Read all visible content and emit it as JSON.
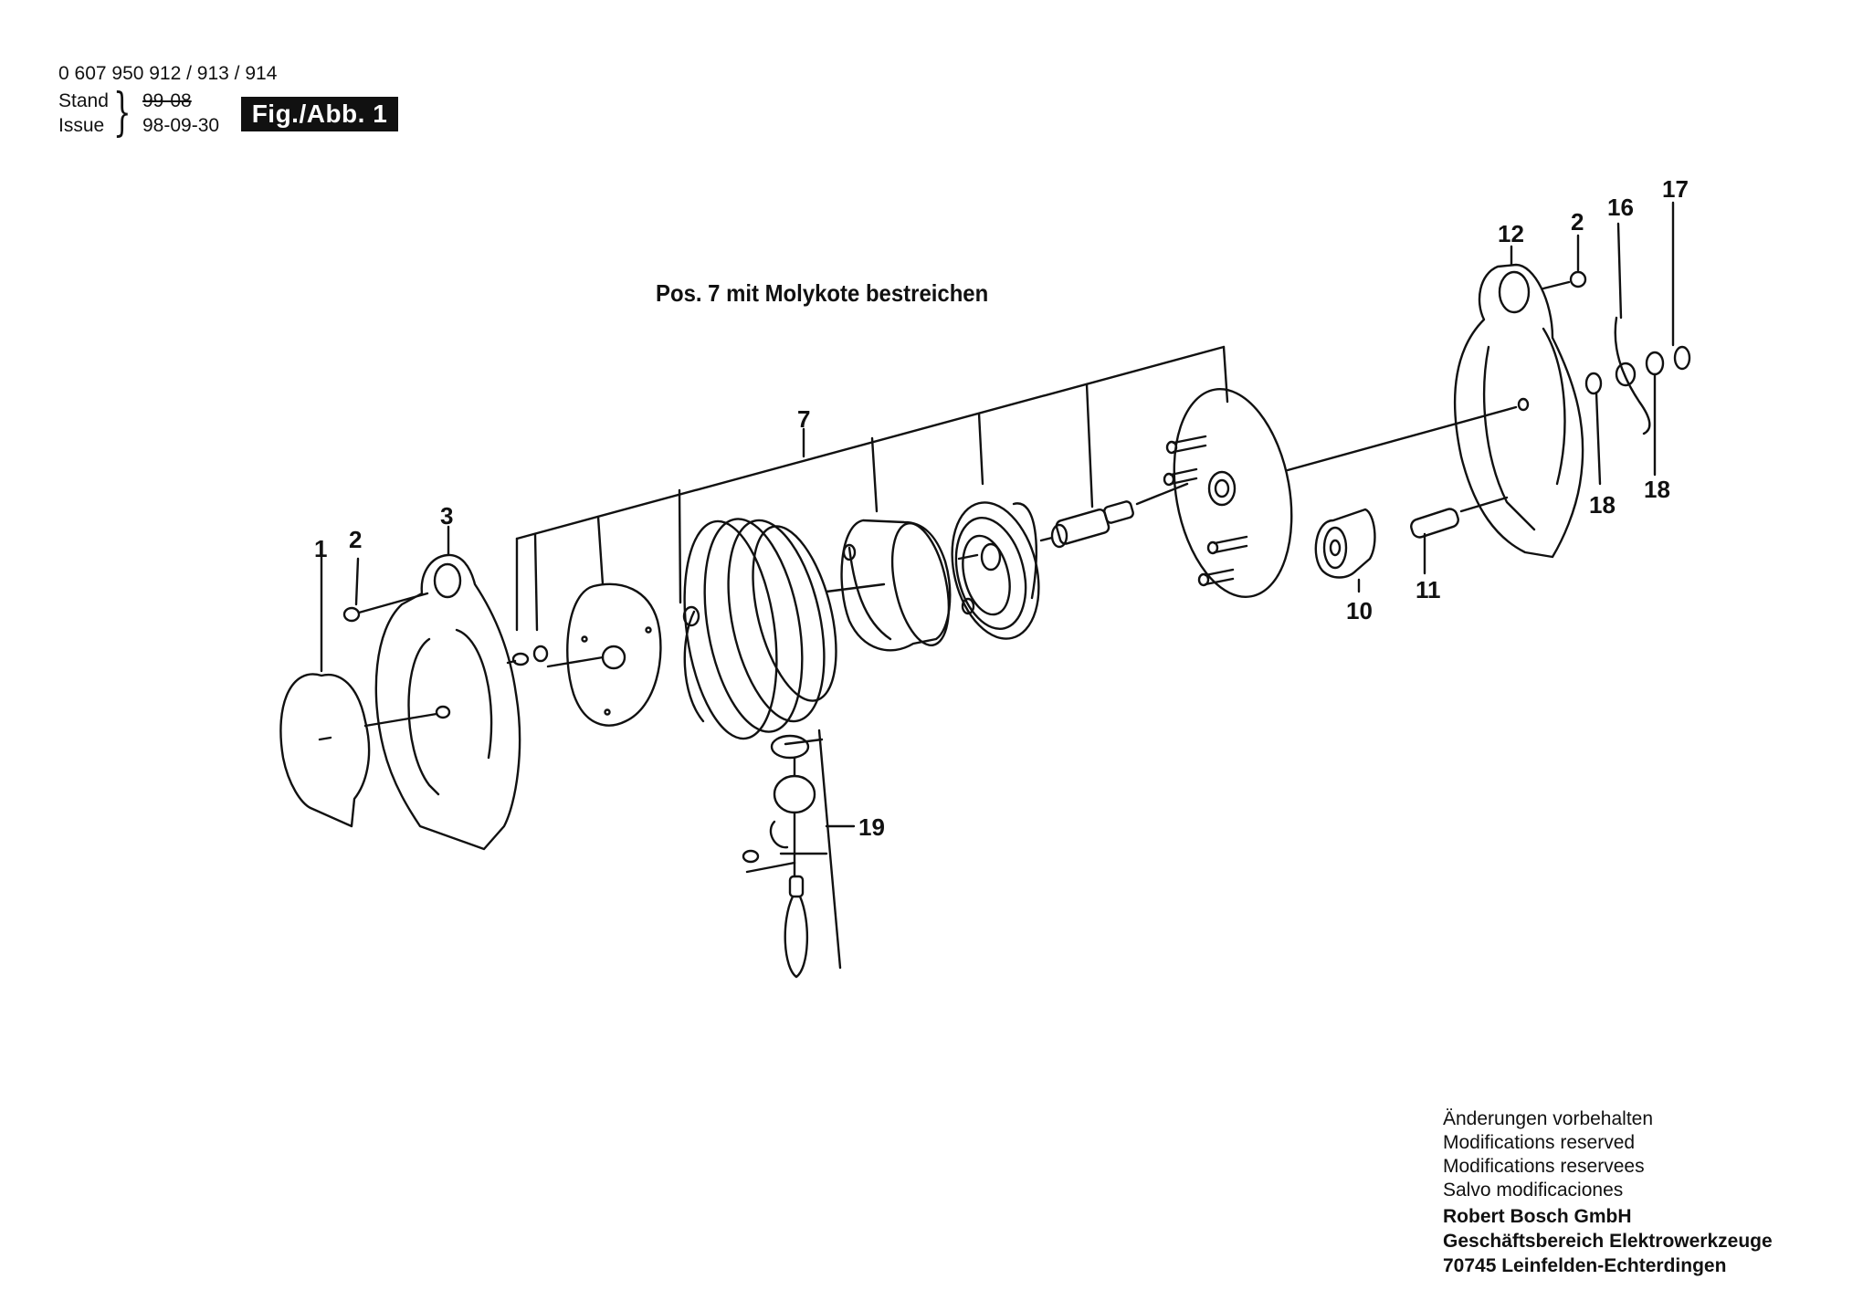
{
  "header": {
    "part_numbers": "0 607 950 912 / 913 / 914",
    "stand_label": "Stand",
    "issue_label": "Issue",
    "stand_date": "99-08",
    "issue_date": "98-09-30",
    "figure_badge": "Fig./Abb. 1"
  },
  "note": "Pos. 7 mit Molykote bestreichen",
  "part_labels": {
    "p1": "1",
    "p2a": "2",
    "p3": "3",
    "p7": "7",
    "p10": "10",
    "p11": "11",
    "p12": "12",
    "p2b": "2",
    "p16": "16",
    "p17": "17",
    "p18a": "18",
    "p18b": "18",
    "p19": "19"
  },
  "footer": {
    "line1": "Änderungen vorbehalten",
    "line2": "Modifications reserved",
    "line3": "Modifications reservees",
    "line4": "Salvo modificaciones",
    "company": "Robert Bosch GmbH",
    "division": "Geschäftsbereich Elektrowerkzeuge",
    "address": "70745 Leinfelden-Echterdingen"
  }
}
